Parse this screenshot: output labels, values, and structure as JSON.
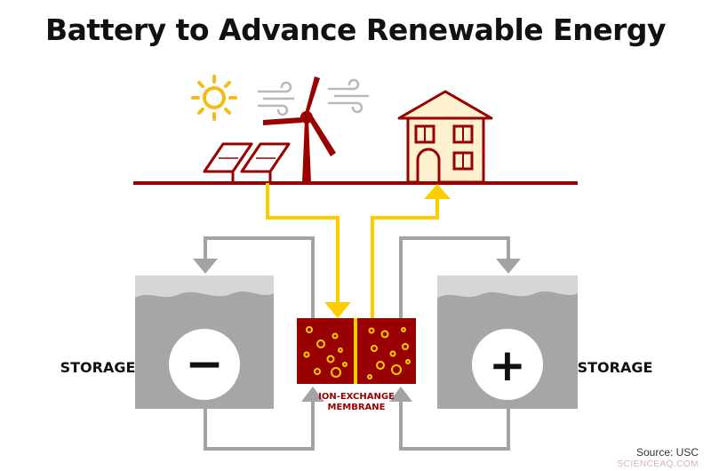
{
  "title": "Battery to Advance Renewable Energy",
  "labels": {
    "storage_left": "STORAGE",
    "storage_right": "STORAGE",
    "membrane_line1": "ION-EXCHANGE",
    "membrane_line2": "MEMBRANE",
    "minus_sign": "−",
    "plus_sign": "+"
  },
  "source": "Source: USC",
  "watermark": "SCIENCEAQ.COM",
  "colors": {
    "maroon": "#990000",
    "gold": "#ffcc00",
    "tank_gray": "#c8c8c8",
    "tank_fill": "#a6a6a6",
    "pipe_gray": "#a3a3a3",
    "house_cream": "#fdf1d0"
  },
  "icons": [
    "sun-icon",
    "wind-icon",
    "solar-panel-icon",
    "wind-turbine-icon",
    "house-icon"
  ]
}
